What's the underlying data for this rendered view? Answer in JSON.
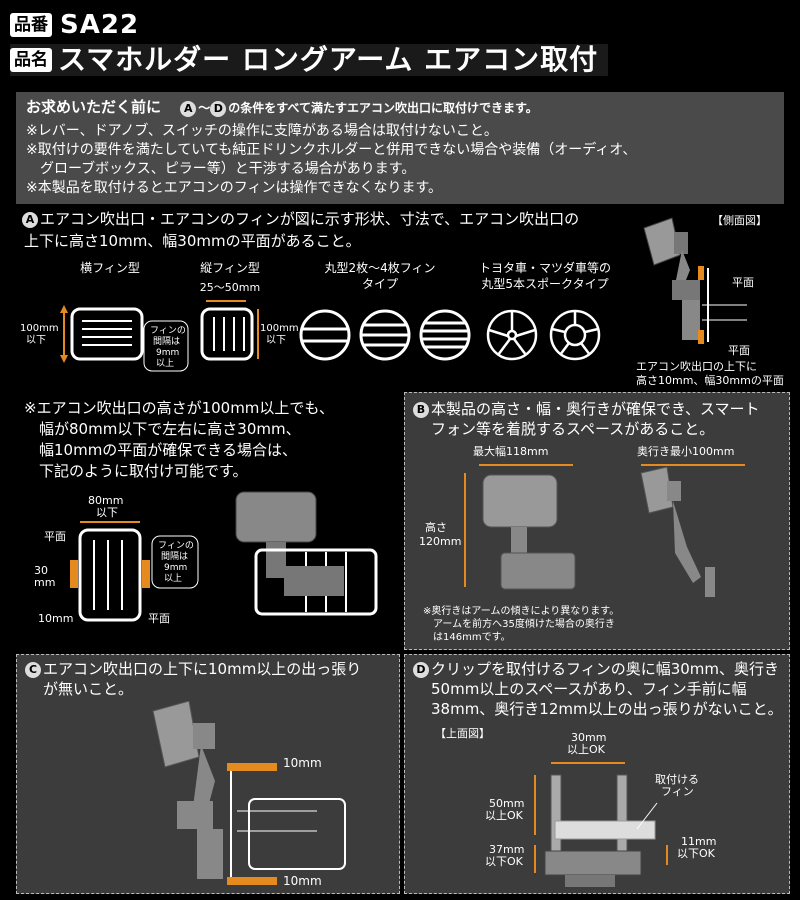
{
  "header": {
    "tag_number": "品番",
    "product_code": "SA22",
    "tag_name": "品名",
    "product_name": "スマホルダー ロングアーム エアコン取付"
  },
  "conditions": {
    "heading": "お求めいただく前に",
    "range_from": "A",
    "range_sep": "〜",
    "range_to": "D",
    "heading_text": "の条件をすべて満たすエアコン吹出口に取付けできます。",
    "notes": [
      "※レバー、ドアノブ、スイッチの操作に支障がある場合は取付けないこと。",
      "※取付けの要件を満たしていても純正ドリンクホルダーと併用できない場合や装備（オーディオ、",
      "　グローブボックス、ピラー等）と干渉する場合があります。",
      "※本製品を取付けるとエアコンのフィンは操作できなくなります。"
    ]
  },
  "sectionA": {
    "badge": "A",
    "text1": "エアコン吹出口・エアコンのフィンが図に示す形状、寸法で、エアコン吹出口の",
    "text2": "上下に高さ10mm、幅30mmの平面があること。",
    "types": [
      {
        "label1": "横フィン型",
        "label2": ""
      },
      {
        "label1": "縦フィン型",
        "label2": "25〜50mm"
      },
      {
        "label1": "丸型2枚〜4枚フィン",
        "label2": "タイプ"
      },
      {
        "label1": "トヨタ車・マツダ車等の",
        "label2": "丸型5本スポークタイプ"
      }
    ],
    "dim_left": [
      "100mm",
      "以下"
    ],
    "dim_right": [
      "100mm",
      "以下"
    ],
    "fin_gap": [
      "フィンの",
      "間隔は",
      "9mm",
      "以上"
    ],
    "side_title": "【側面図】",
    "side_flat1": "平面",
    "side_flat2": "平面",
    "side_caption1": "エアコン吹出口の上下に",
    "side_caption2": "高さ10mm、幅30mmの平面"
  },
  "sectionA2": {
    "lines": [
      "※エアコン吹出口の高さが100mm以上でも、",
      "　幅が80mm以下で左右に高さ30mm、",
      "　幅10mmの平面が確保できる場合は、",
      "　下記のように取付け可能です。"
    ],
    "dim_w": [
      "80mm",
      "以下"
    ],
    "flat_left": "平面",
    "dim_h": [
      "30",
      "mm"
    ],
    "dim_bottom": "10mm",
    "flat_bottom": "平面",
    "fin_gap": [
      "フィンの",
      "間隔は",
      "9mm",
      "以上"
    ]
  },
  "sectionB": {
    "badge": "B",
    "text1": "本製品の高さ・幅・奥行きが確保でき、スマート",
    "text2": "フォン等を着脱するスペースがあること。",
    "max_width": "最大幅118mm",
    "min_depth": "奥行き最小100mm",
    "height": [
      "高さ",
      "120mm"
    ],
    "note1": "※奥行きはアームの傾きにより異なります。",
    "note2": "アームを前方へ35度傾けた場合の奥行き",
    "note3": "は146mmです。"
  },
  "sectionC": {
    "badge": "C",
    "text1": "エアコン吹出口の上下に10mm以上の出っ張り",
    "text2": "が無いこと。",
    "dim_top": "10mm",
    "dim_bottom": "10mm"
  },
  "sectionD": {
    "badge": "D",
    "text1": "クリップを取付けるフィンの奥に幅30mm、奥行き",
    "text2": "50mm以上のスペースがあり、フィン手前に幅",
    "text3": "38mm、奥行き12mm以上の出っ張りがないこと。",
    "top_view": "【上面図】",
    "w30": [
      "30mm",
      "以上OK"
    ],
    "d50": [
      "50mm",
      "以上OK"
    ],
    "d37": [
      "37mm",
      "以下OK"
    ],
    "d11": [
      "11mm",
      "以下OK"
    ],
    "fin_label": [
      "取付ける",
      "フィン"
    ]
  }
}
